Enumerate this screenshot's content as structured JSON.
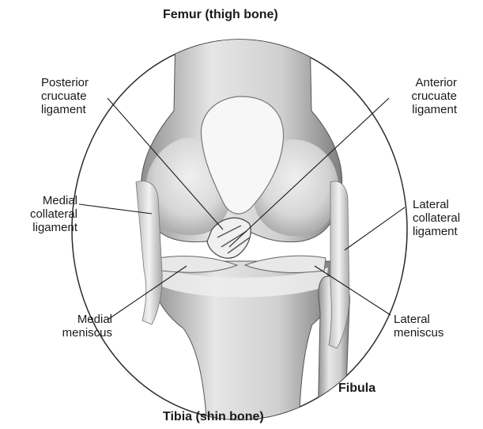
{
  "labels": {
    "femur": "Femur (thigh bone)",
    "tibia": "Tibia (shin bone)",
    "fibula": "Fibula",
    "posterior_cruciate": [
      "Posterior",
      "crucuate",
      "ligament"
    ],
    "anterior_cruciate": [
      "Anterior",
      "crucuate",
      "ligament"
    ],
    "medial_collateral": [
      "Medial",
      "collateral",
      "ligament"
    ],
    "lateral_collateral": [
      "Lateral",
      "collateral",
      "ligament"
    ],
    "medial_meniscus": [
      "Medial",
      "meniscus"
    ],
    "lateral_meniscus": [
      "Lateral",
      "meniscus"
    ]
  }
}
